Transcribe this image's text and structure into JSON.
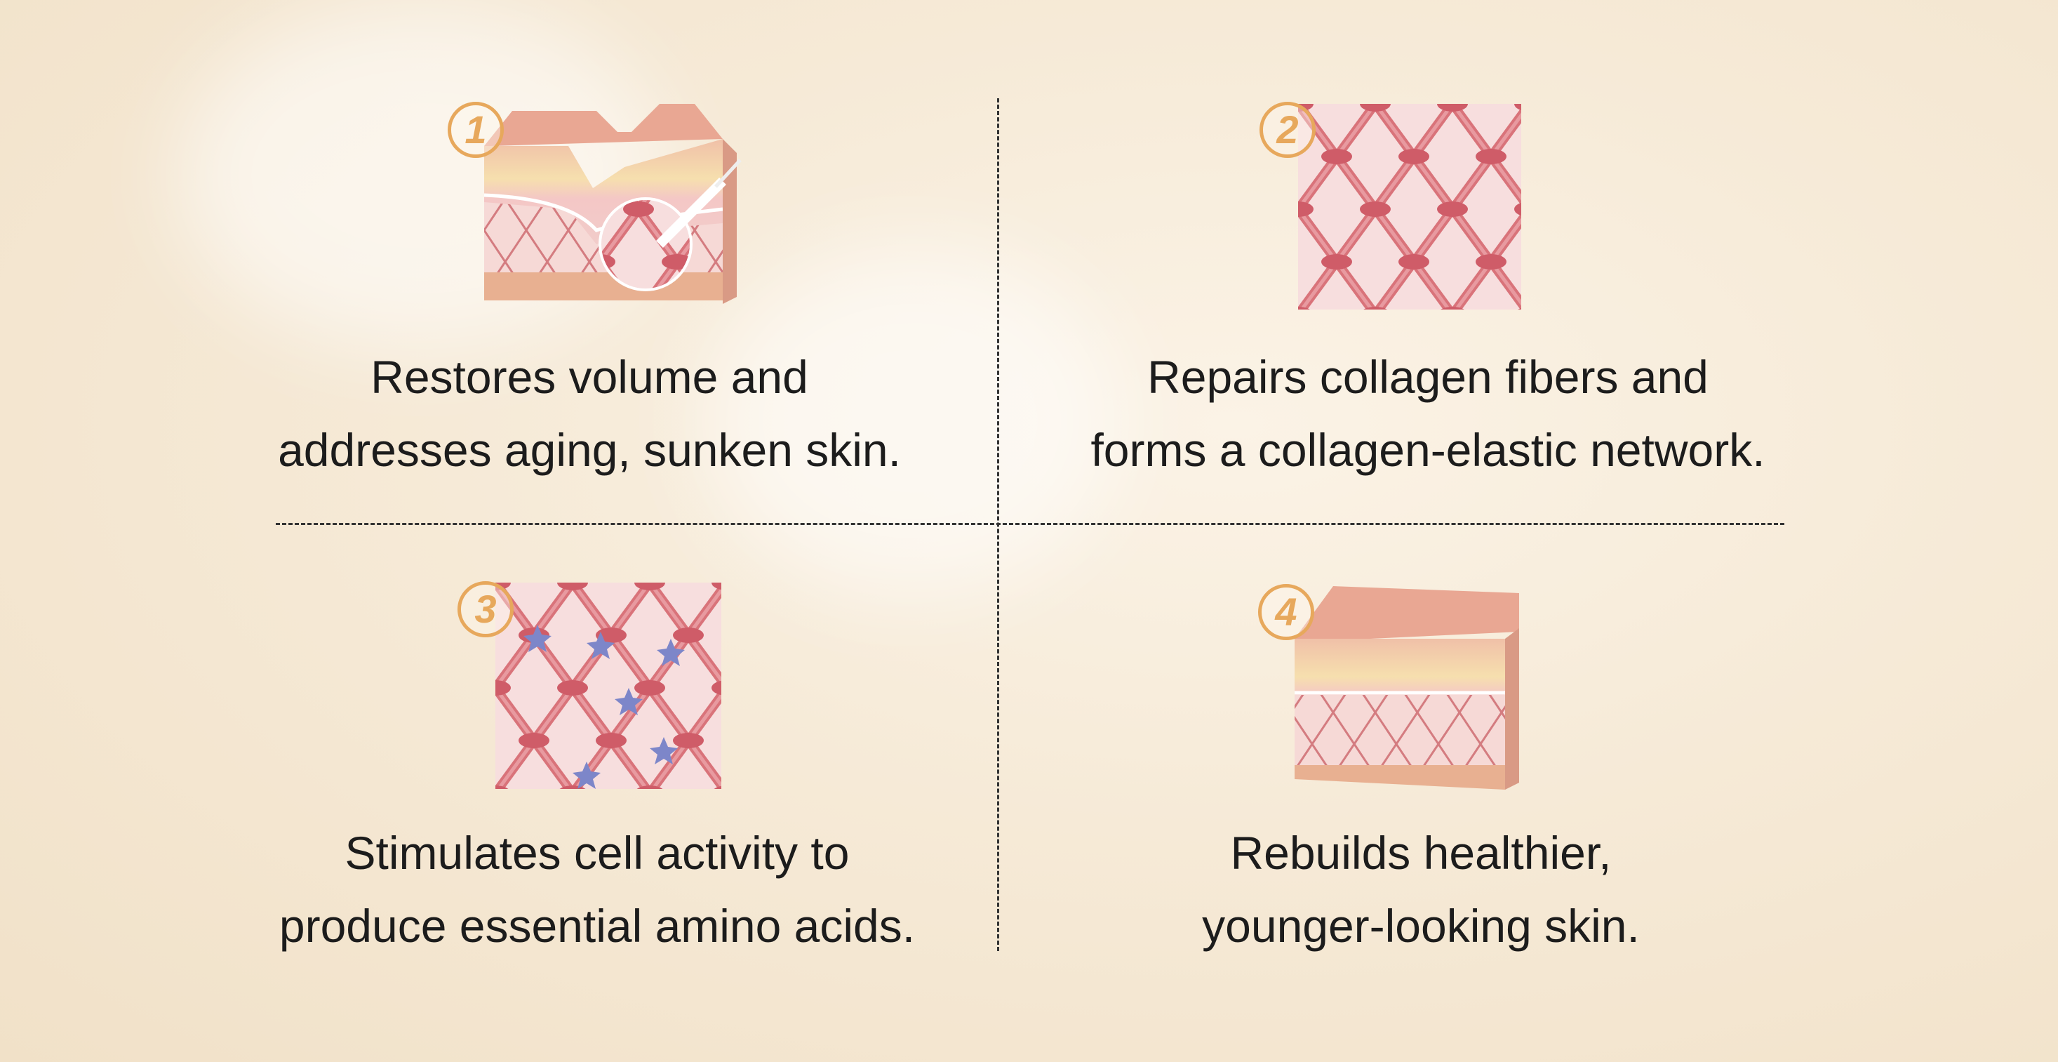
{
  "items": [
    {
      "number": "1",
      "line1": "Restores volume and",
      "line2": "addresses aging, sunken skin."
    },
    {
      "number": "2",
      "line1": "Repairs collagen fibers and",
      "line2": "forms a collagen-elastic network."
    },
    {
      "number": "3",
      "line1": "Stimulates cell activity to",
      "line2": "produce essential amino acids."
    },
    {
      "number": "4",
      "line1": "Rebuilds healthier,",
      "line2": "younger-looking skin."
    }
  ],
  "colors": {
    "badge": "#e7a85c",
    "fiber": "#d9737a",
    "tissue": "#f6dcdc",
    "cell": "#7d86c9"
  }
}
